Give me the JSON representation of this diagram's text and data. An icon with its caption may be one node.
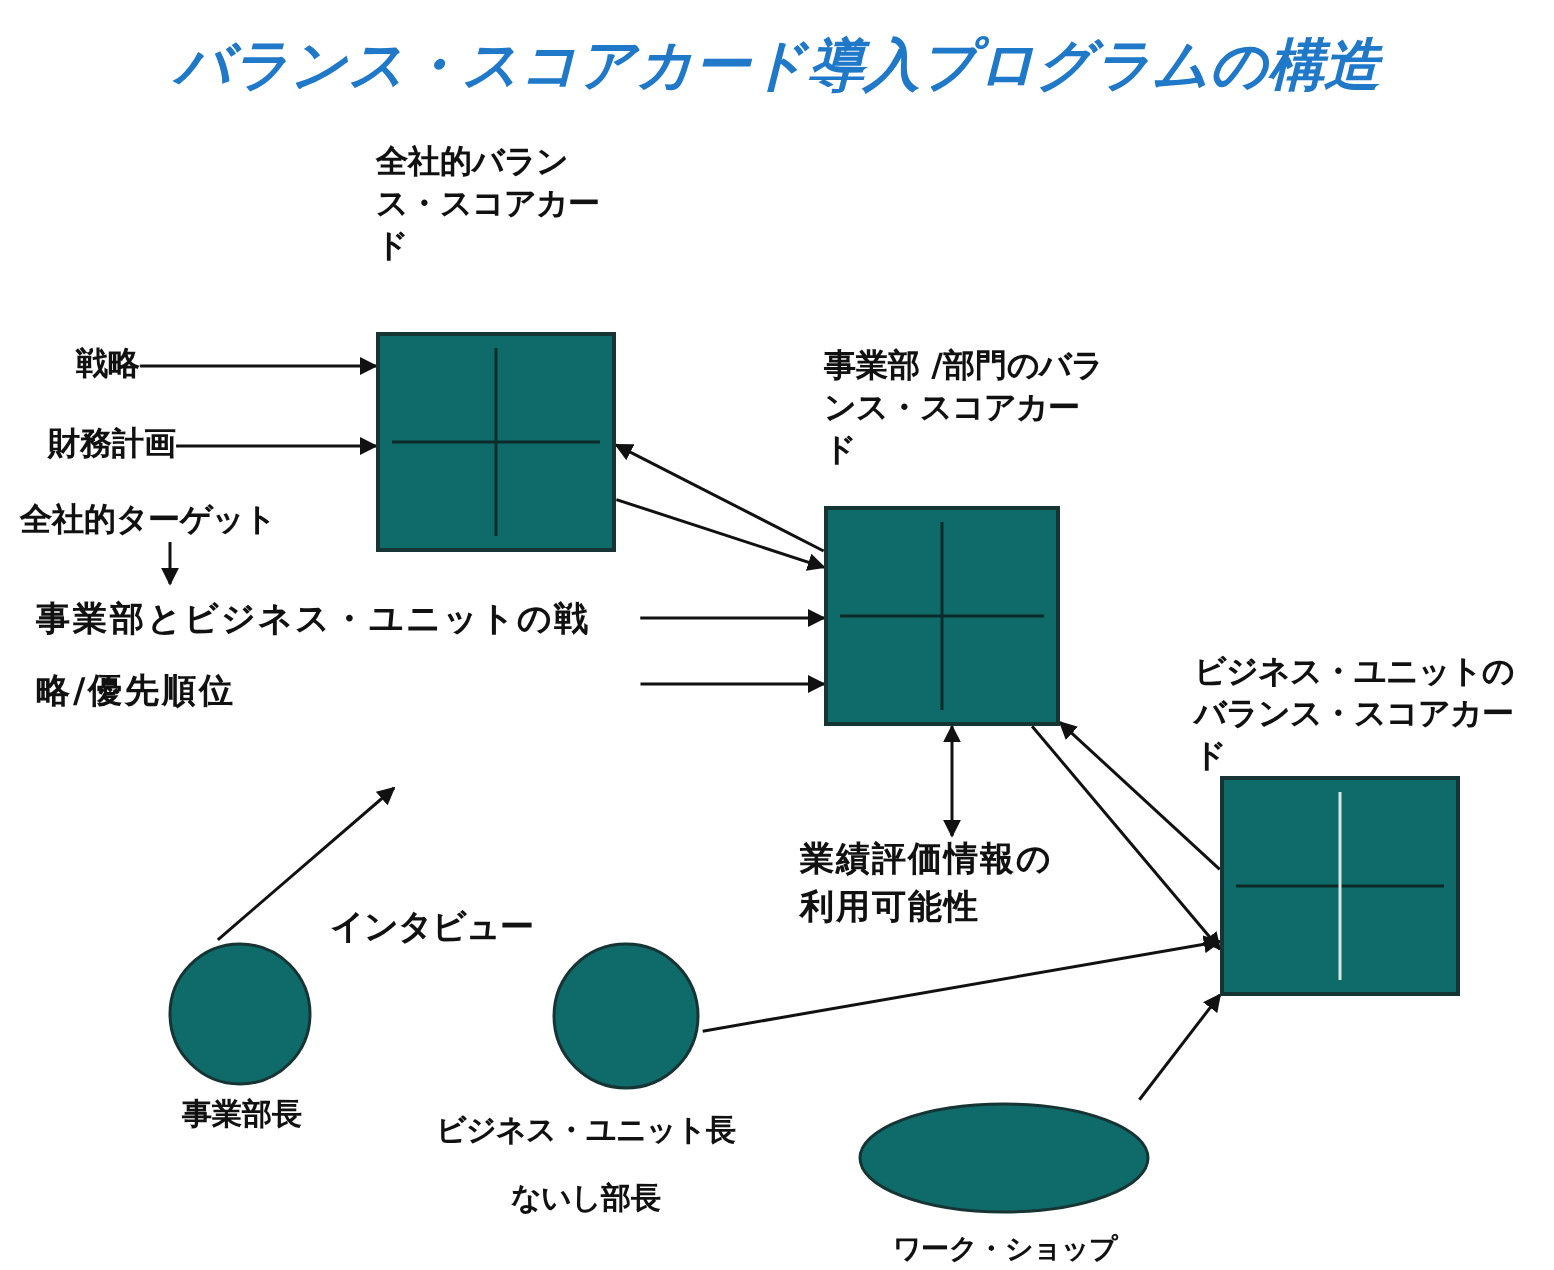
{
  "diagram": {
    "title": "バランス・スコアカード導入プログラムの構造",
    "nodes": [
      {
        "text": [
          "全社的バランス・スコアカード"
        ]
      },
      {
        "text": [
          "事業部 /部門のバランス・スコアカード"
        ]
      },
      {
        "text": [
          "ビジネス・ユニットのバランス・スコアカード"
        ]
      },
      {
        "text": [
          "戦略"
        ]
      },
      {
        "text": [
          "財務計画"
        ]
      },
      {
        "text": [
          "全社的ターゲット"
        ]
      },
      {
        "text": [
          "事業部とビジネス・ユニットの戦略/優先順位"
        ]
      },
      {
        "text": [
          "業績評価情報の利用可能性"
        ]
      },
      {
        "text": [
          "事業部長"
        ]
      },
      {
        "text": [
          "ビジネス・ユニット長ないし部長"
        ]
      },
      {
        "text": [
          "ワーク・ショップ"
        ]
      }
    ],
    "edges": [
      {
        "from": 3,
        "to": 0,
        "arrow": "to"
      },
      {
        "from": 4,
        "to": 0,
        "arrow": "to"
      },
      {
        "from": 5,
        "to": 6,
        "arrow": "to"
      },
      {
        "from": 1,
        "to": 0,
        "arrow": "to"
      },
      {
        "from": 0,
        "to": 1,
        "arrow": "to"
      },
      {
        "from": 6,
        "to": 1,
        "arrow": "to"
      },
      {
        "from": 6,
        "to": 1,
        "arrow": "to"
      },
      {
        "from": 8,
        "to": null,
        "arrow": "to"
      },
      {
        "from": 1,
        "to": 7,
        "arrow": "both"
      },
      {
        "from": 2,
        "to": 1,
        "arrow": "to"
      },
      {
        "from": 1,
        "to": 2,
        "arrow": "to"
      },
      {
        "from": 9,
        "to": 2,
        "arrow": "to"
      },
      {
        "from": 10,
        "to": 2,
        "arrow": "to"
      }
    ],
    "labels": [
      "インタビュー"
    ]
  }
}
